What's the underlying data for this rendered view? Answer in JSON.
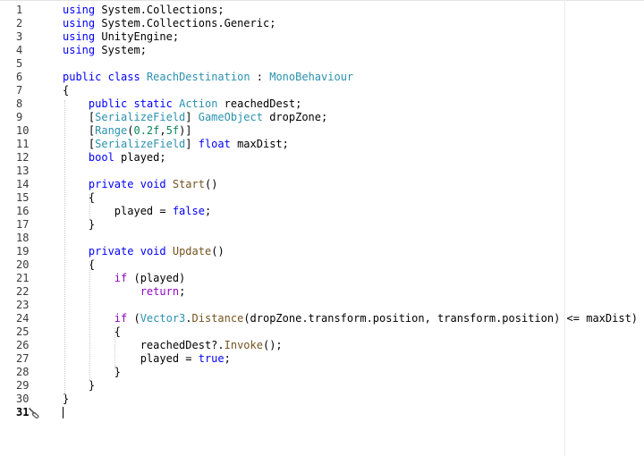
{
  "editor": {
    "current_line": 31,
    "lines": [
      {
        "number": "1",
        "tokens": [
          {
            "t": "kw",
            "v": "using"
          },
          {
            "t": "",
            "v": " System.Collections;"
          }
        ]
      },
      {
        "number": "2",
        "tokens": [
          {
            "t": "kw",
            "v": "using"
          },
          {
            "t": "",
            "v": " System.Collections.Generic;"
          }
        ]
      },
      {
        "number": "3",
        "tokens": [
          {
            "t": "kw",
            "v": "using"
          },
          {
            "t": "",
            "v": " UnityEngine;"
          }
        ]
      },
      {
        "number": "4",
        "tokens": [
          {
            "t": "kw",
            "v": "using"
          },
          {
            "t": "",
            "v": " System;"
          }
        ]
      },
      {
        "number": "5",
        "tokens": []
      },
      {
        "number": "6",
        "tokens": [
          {
            "t": "kw",
            "v": "public"
          },
          {
            "t": "",
            "v": " "
          },
          {
            "t": "kw",
            "v": "class"
          },
          {
            "t": "",
            "v": " "
          },
          {
            "t": "type",
            "v": "ReachDestination"
          },
          {
            "t": "",
            "v": " : "
          },
          {
            "t": "type",
            "v": "MonoBehaviour"
          }
        ]
      },
      {
        "number": "7",
        "tokens": [
          {
            "t": "",
            "v": "{"
          }
        ]
      },
      {
        "number": "8",
        "tokens": [
          {
            "t": "",
            "v": "    "
          },
          {
            "t": "kw",
            "v": "public"
          },
          {
            "t": "",
            "v": " "
          },
          {
            "t": "kw",
            "v": "static"
          },
          {
            "t": "",
            "v": " "
          },
          {
            "t": "type",
            "v": "Action"
          },
          {
            "t": "",
            "v": " reachedDest;"
          }
        ]
      },
      {
        "number": "9",
        "tokens": [
          {
            "t": "",
            "v": "    ["
          },
          {
            "t": "type",
            "v": "SerializeField"
          },
          {
            "t": "",
            "v": "] "
          },
          {
            "t": "type",
            "v": "GameObject"
          },
          {
            "t": "",
            "v": " dropZone;"
          }
        ]
      },
      {
        "number": "10",
        "tokens": [
          {
            "t": "",
            "v": "    ["
          },
          {
            "t": "type",
            "v": "Range"
          },
          {
            "t": "",
            "v": "("
          },
          {
            "t": "num",
            "v": "0.2f"
          },
          {
            "t": "",
            "v": ","
          },
          {
            "t": "num",
            "v": "5f"
          },
          {
            "t": "",
            "v": ")]"
          }
        ]
      },
      {
        "number": "11",
        "tokens": [
          {
            "t": "",
            "v": "    ["
          },
          {
            "t": "type",
            "v": "SerializeField"
          },
          {
            "t": "",
            "v": "] "
          },
          {
            "t": "kw",
            "v": "float"
          },
          {
            "t": "",
            "v": " maxDist;"
          }
        ]
      },
      {
        "number": "12",
        "tokens": [
          {
            "t": "",
            "v": "    "
          },
          {
            "t": "kw",
            "v": "bool"
          },
          {
            "t": "",
            "v": " played;"
          }
        ]
      },
      {
        "number": "13",
        "tokens": []
      },
      {
        "number": "14",
        "tokens": [
          {
            "t": "",
            "v": "    "
          },
          {
            "t": "kw",
            "v": "private"
          },
          {
            "t": "",
            "v": " "
          },
          {
            "t": "kw",
            "v": "void"
          },
          {
            "t": "",
            "v": " "
          },
          {
            "t": "method",
            "v": "Start"
          },
          {
            "t": "",
            "v": "()"
          }
        ]
      },
      {
        "number": "15",
        "tokens": [
          {
            "t": "",
            "v": "    {"
          }
        ]
      },
      {
        "number": "16",
        "tokens": [
          {
            "t": "",
            "v": "        played = "
          },
          {
            "t": "kw",
            "v": "false"
          },
          {
            "t": "",
            "v": ";"
          }
        ]
      },
      {
        "number": "17",
        "tokens": [
          {
            "t": "",
            "v": "    }"
          }
        ]
      },
      {
        "number": "18",
        "tokens": []
      },
      {
        "number": "19",
        "tokens": [
          {
            "t": "",
            "v": "    "
          },
          {
            "t": "kw",
            "v": "private"
          },
          {
            "t": "",
            "v": " "
          },
          {
            "t": "kw",
            "v": "void"
          },
          {
            "t": "",
            "v": " "
          },
          {
            "t": "method",
            "v": "Update"
          },
          {
            "t": "",
            "v": "()"
          }
        ]
      },
      {
        "number": "20",
        "tokens": [
          {
            "t": "",
            "v": "    {"
          }
        ]
      },
      {
        "number": "21",
        "tokens": [
          {
            "t": "",
            "v": "        "
          },
          {
            "t": "ctl",
            "v": "if"
          },
          {
            "t": "",
            "v": " (played)"
          }
        ]
      },
      {
        "number": "22",
        "tokens": [
          {
            "t": "",
            "v": "            "
          },
          {
            "t": "ctl",
            "v": "return"
          },
          {
            "t": "",
            "v": ";"
          }
        ]
      },
      {
        "number": "23",
        "tokens": []
      },
      {
        "number": "24",
        "tokens": [
          {
            "t": "",
            "v": "        "
          },
          {
            "t": "ctl",
            "v": "if"
          },
          {
            "t": "",
            "v": " ("
          },
          {
            "t": "type",
            "v": "Vector3"
          },
          {
            "t": "",
            "v": "."
          },
          {
            "t": "method",
            "v": "Distance"
          },
          {
            "t": "",
            "v": "(dropZone.transform.position, transform.position) <= maxDist)"
          }
        ]
      },
      {
        "number": "25",
        "tokens": [
          {
            "t": "",
            "v": "        {"
          }
        ]
      },
      {
        "number": "26",
        "tokens": [
          {
            "t": "",
            "v": "            reachedDest?."
          },
          {
            "t": "method",
            "v": "Invoke"
          },
          {
            "t": "",
            "v": "();"
          }
        ]
      },
      {
        "number": "27",
        "tokens": [
          {
            "t": "",
            "v": "            played = "
          },
          {
            "t": "kw",
            "v": "true"
          },
          {
            "t": "",
            "v": ";"
          }
        ]
      },
      {
        "number": "28",
        "tokens": [
          {
            "t": "",
            "v": "        }"
          }
        ]
      },
      {
        "number": "29",
        "tokens": [
          {
            "t": "",
            "v": "    }"
          }
        ]
      },
      {
        "number": "30",
        "tokens": [
          {
            "t": "",
            "v": "}"
          }
        ]
      },
      {
        "number": "31",
        "tokens": []
      }
    ]
  },
  "icons": {
    "quick_action": "screwdriver-icon"
  },
  "colors": {
    "keyword": "#0000ff",
    "control_keyword": "#8f08c4",
    "type": "#2b91af",
    "method": "#74531f",
    "number": "#098658",
    "text": "#000000",
    "line_number": "#3b3b3b"
  }
}
